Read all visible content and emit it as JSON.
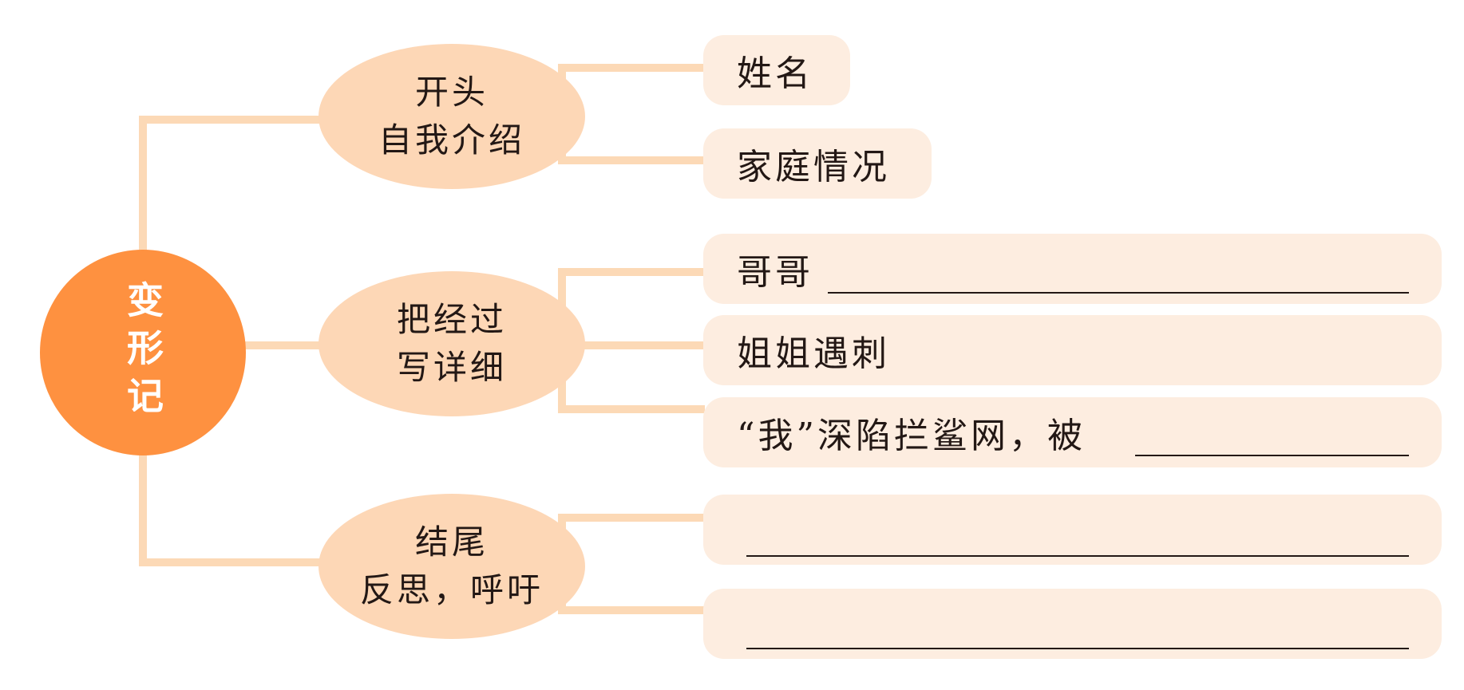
{
  "root": {
    "label": "变形记"
  },
  "branches": [
    {
      "line1": "开头",
      "line2": "自我介绍"
    },
    {
      "line1": "把经过",
      "line2": "写详细"
    },
    {
      "line1": "结尾",
      "line2": "反思，呼吁"
    }
  ],
  "leaves": [
    {
      "text": "姓名"
    },
    {
      "text": "家庭情况"
    },
    {
      "text": "哥哥"
    },
    {
      "text": "姐姐遇刺"
    },
    {
      "text": "“我”深陷拦鲨网，被"
    },
    {
      "text": ""
    },
    {
      "text": ""
    }
  ],
  "colors": {
    "root": "#fe9140",
    "branch": "#fdd7b6",
    "leaf": "#fdede0",
    "connector": "#fcd9b6"
  }
}
